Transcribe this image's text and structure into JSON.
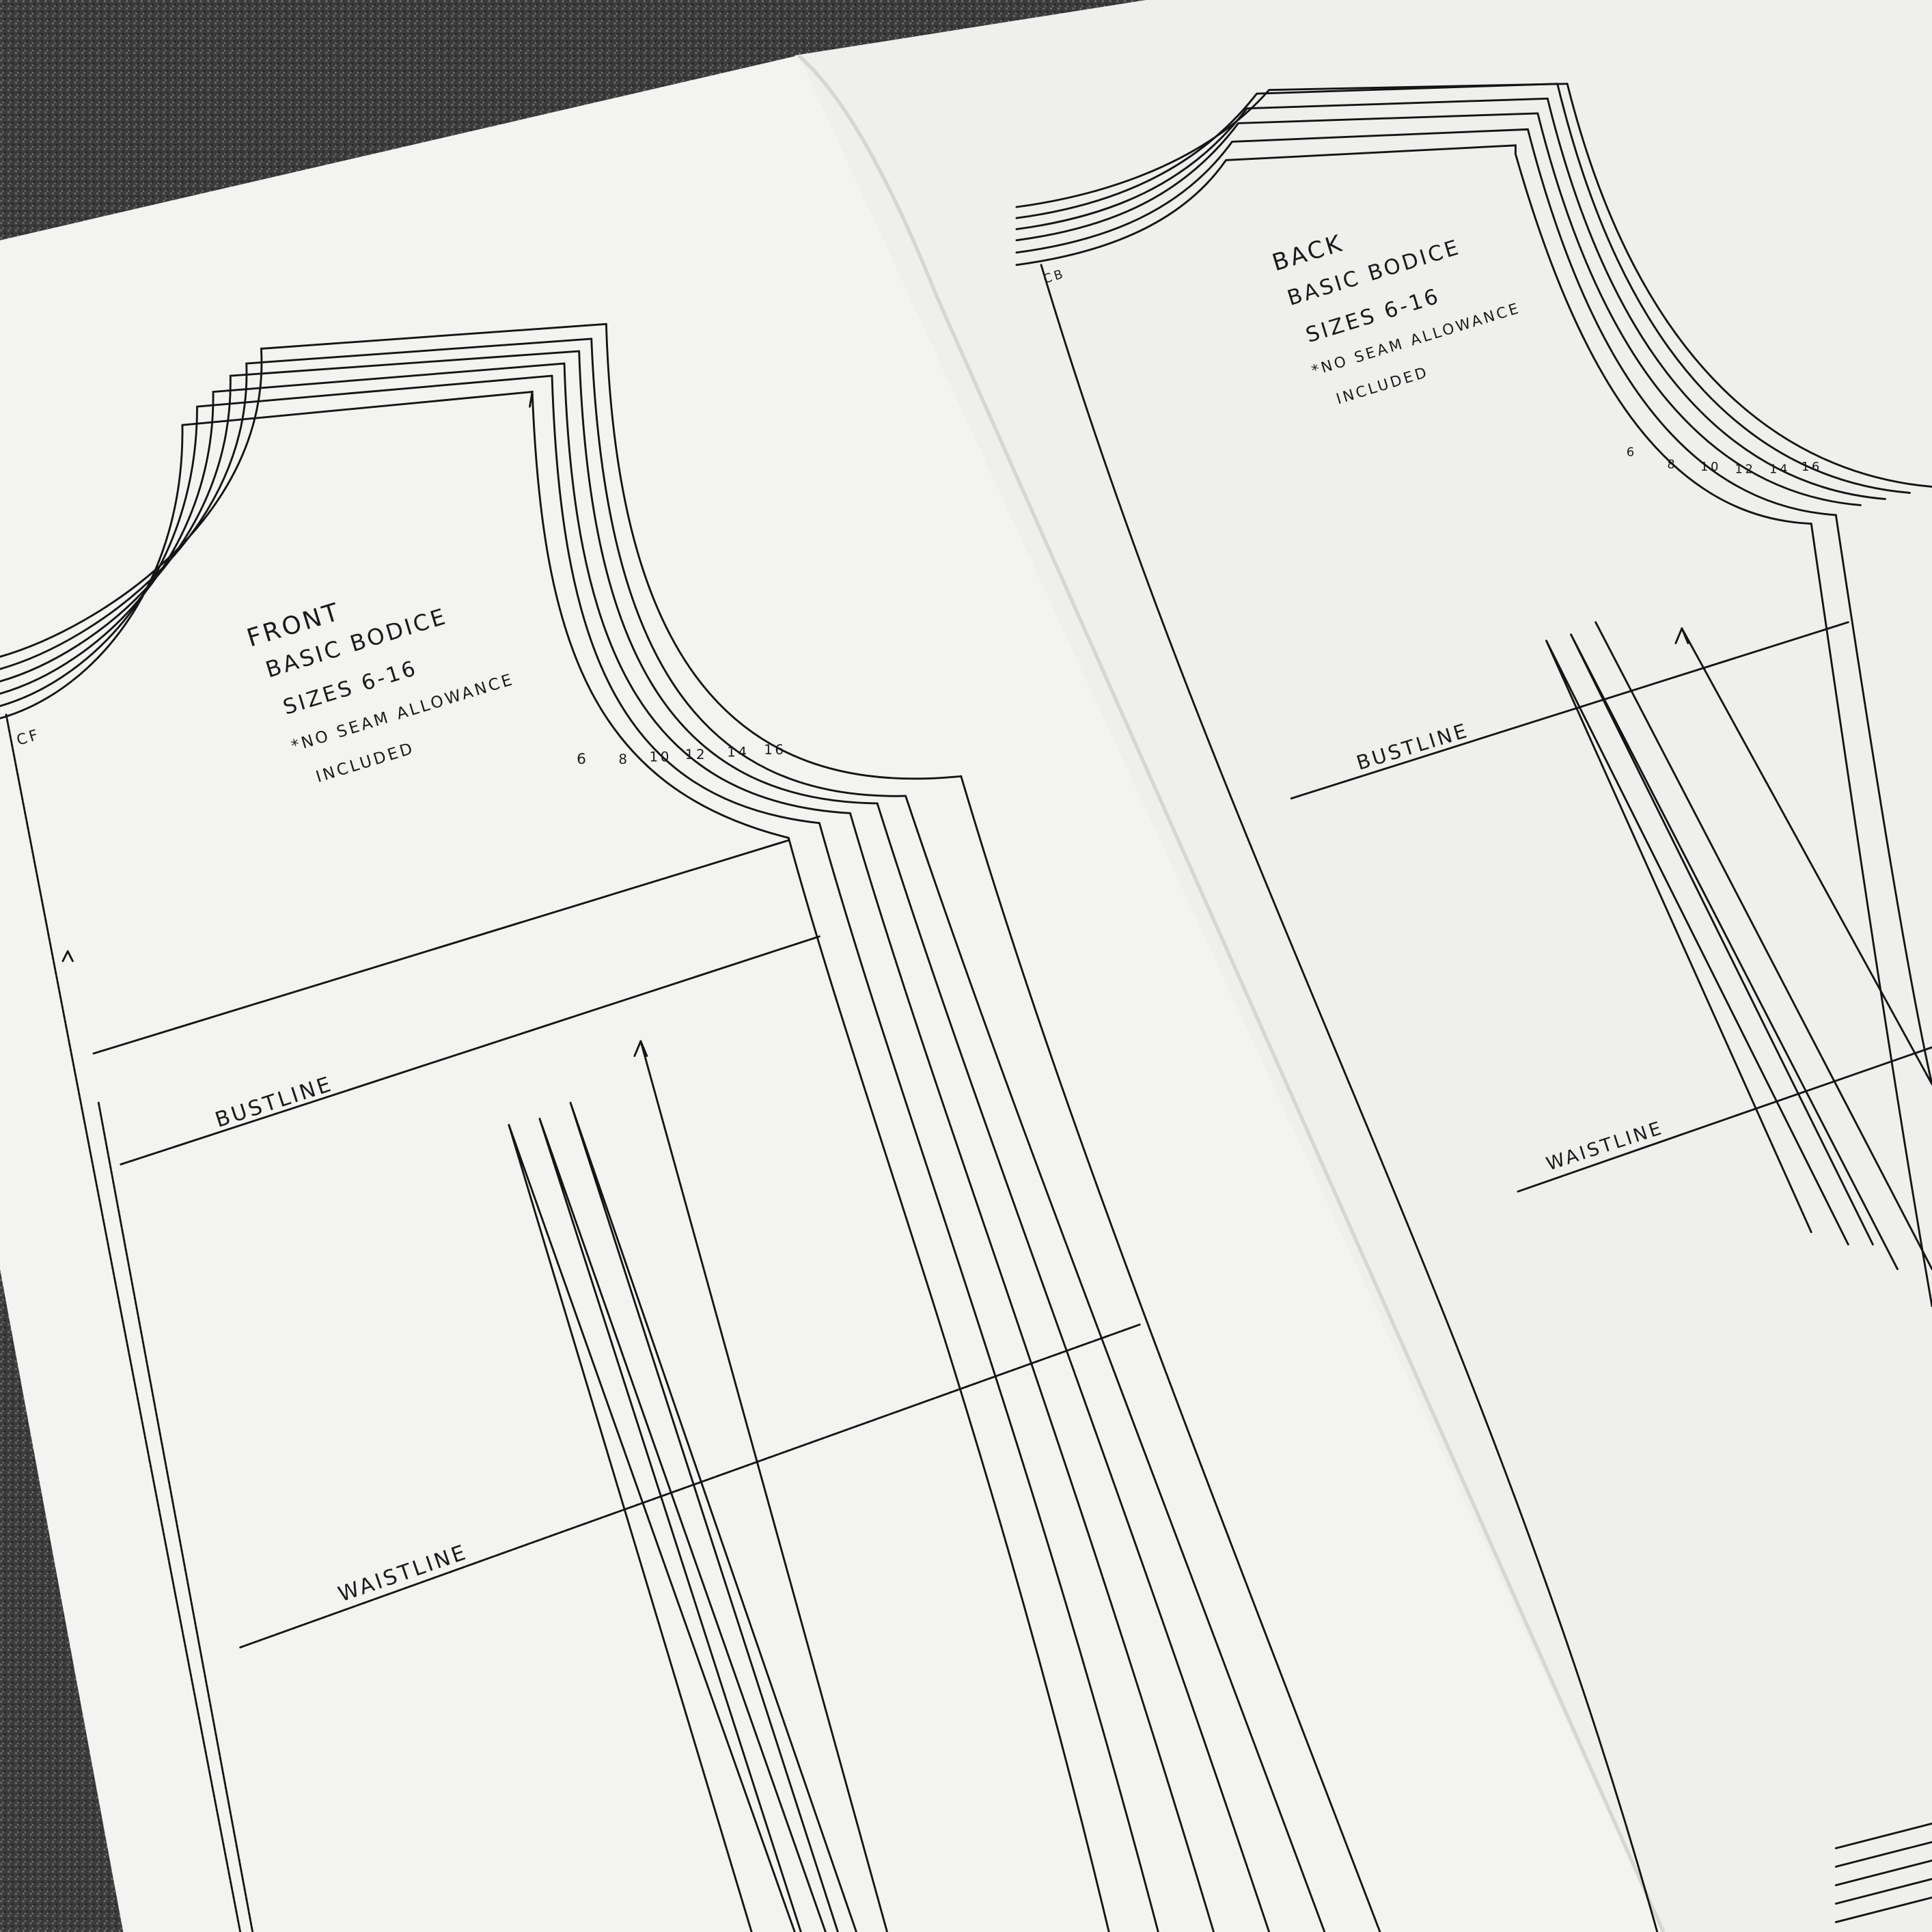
{
  "photo": {
    "background": "carpet",
    "colors": {
      "carpet": "#3b3b3b",
      "paper": "#f1f1ef",
      "ink": "#151515"
    }
  },
  "front_piece": {
    "title": "FRONT",
    "subtitle": "BASIC BODICE",
    "sizes": "SIZES 6-16",
    "note_line1": "*NO SEAM ALLOWANCE",
    "note_line2": "INCLUDED",
    "center_label": "CF",
    "bustline_label": "BUSTLINE",
    "waistline_label": "WAISTLINE",
    "size_marks": [
      "6",
      "8",
      "10",
      "12",
      "14",
      "16"
    ]
  },
  "back_piece": {
    "title": "BACK",
    "subtitle": "BASIC BODICE",
    "sizes": "SIZES 6-16",
    "note_line1": "*NO SEAM ALLOWANCE",
    "note_line2": "INCLUDED",
    "center_label": "CB",
    "bustline_label": "BUSTLINE",
    "waistline_label": "WAISTLINE",
    "size_marks": [
      "6",
      "8",
      "10",
      "12",
      "14",
      "16"
    ]
  }
}
